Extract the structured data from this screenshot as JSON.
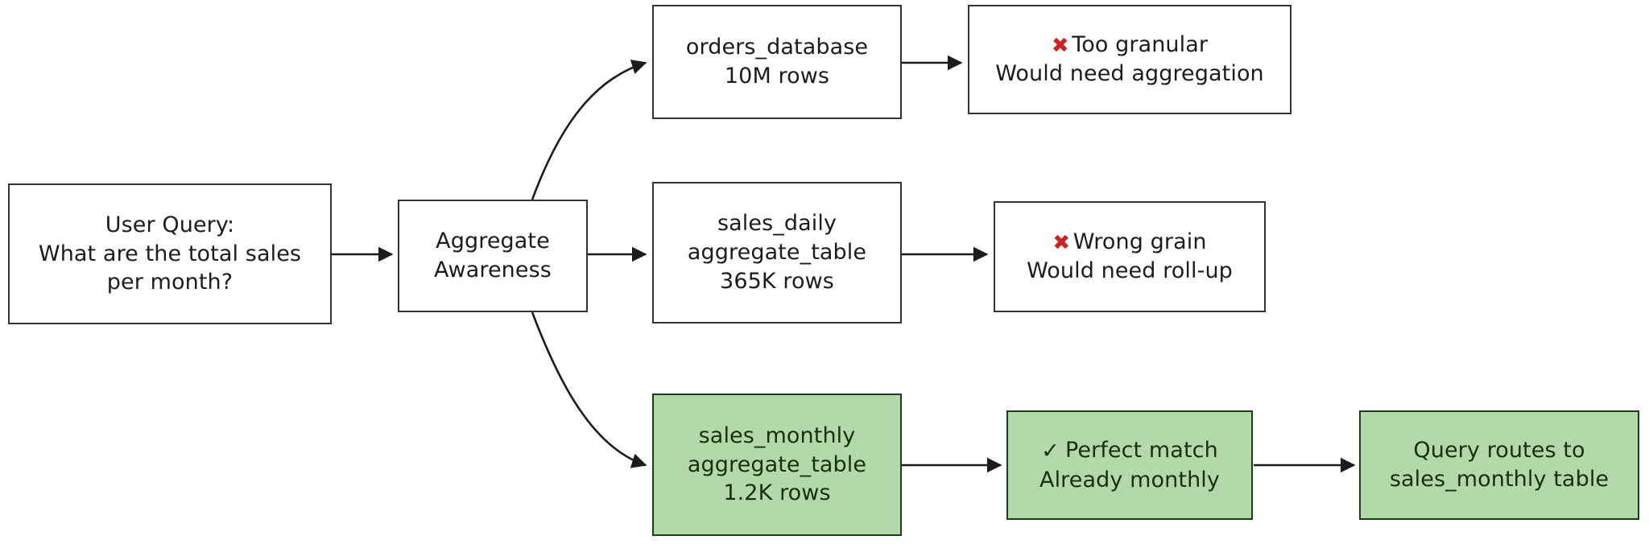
{
  "diagram": {
    "title": "Aggregate Awareness query routing flowchart",
    "background": "#ffffff",
    "colors": {
      "node_fill": "#ffffff",
      "node_border": "#333333",
      "good_fill": "#b3d9ab",
      "good_border": "#1f3d1c",
      "text": "#1c1c1c",
      "good_text": "#15300f",
      "cross_red": "#cc2222",
      "edge": "#1c1c1c"
    },
    "nodes": {
      "user_query": {
        "lines": [
          "User Query:",
          "What are the total sales",
          "per month?"
        ],
        "style": "plain"
      },
      "aggregate_awareness": {
        "lines": [
          "Aggregate",
          "Awareness"
        ],
        "style": "plain"
      },
      "orders_database": {
        "lines": [
          "orders_database",
          "10M rows"
        ],
        "style": "plain"
      },
      "too_granular": {
        "mark": "✖",
        "mark_type": "cross",
        "lines": [
          "Too granular",
          "Would need aggregation"
        ],
        "style": "plain"
      },
      "sales_daily": {
        "lines": [
          "sales_daily",
          "aggregate_table",
          "365K rows"
        ],
        "style": "plain"
      },
      "wrong_grain": {
        "mark": "✖",
        "mark_type": "cross",
        "lines": [
          "Wrong grain",
          "Would need roll-up"
        ],
        "style": "plain"
      },
      "sales_monthly": {
        "lines": [
          "sales_monthly",
          "aggregate_table",
          "1.2K rows"
        ],
        "style": "good"
      },
      "perfect_match": {
        "mark": "✓",
        "mark_type": "check",
        "lines": [
          "Perfect match",
          "Already monthly"
        ],
        "style": "good"
      },
      "query_routes": {
        "lines": [
          "Query routes to",
          "sales_monthly table"
        ],
        "style": "good"
      }
    },
    "edges": [
      {
        "from": "user_query",
        "to": "aggregate_awareness",
        "shape": "straight"
      },
      {
        "from": "aggregate_awareness",
        "to": "orders_database",
        "shape": "curve-up"
      },
      {
        "from": "orders_database",
        "to": "too_granular",
        "shape": "straight"
      },
      {
        "from": "aggregate_awareness",
        "to": "sales_daily",
        "shape": "straight"
      },
      {
        "from": "sales_daily",
        "to": "wrong_grain",
        "shape": "straight"
      },
      {
        "from": "aggregate_awareness",
        "to": "sales_monthly",
        "shape": "curve-down"
      },
      {
        "from": "sales_monthly",
        "to": "perfect_match",
        "shape": "straight"
      },
      {
        "from": "perfect_match",
        "to": "query_routes",
        "shape": "straight"
      }
    ]
  }
}
